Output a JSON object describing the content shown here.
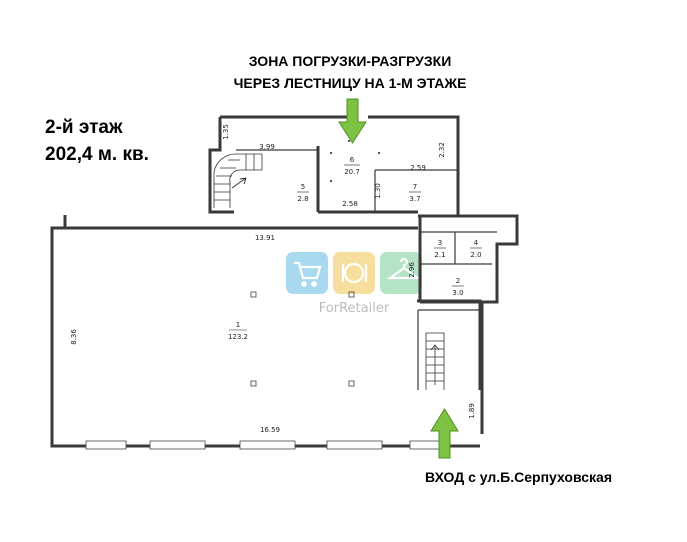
{
  "floor": {
    "label": "2-й этаж",
    "area": "202,4 м. кв."
  },
  "top_caption": [
    "ЗОНА ПОГРУЗКИ-РАЗГРУЗКИ",
    "ЧЕРЕЗ ЛЕСТНИЦУ НА 1-М ЭТАЖЕ"
  ],
  "bottom_caption": "ВХОД с ул.Б.Серпуховская",
  "watermark": "ForRetailer",
  "rooms": [
    {
      "number": "1",
      "area": "123.2"
    },
    {
      "number": "2",
      "area": "3.0"
    },
    {
      "number": "3",
      "area": "2.1"
    },
    {
      "number": "4",
      "area": "2.0"
    },
    {
      "number": "5",
      "area": "2.8"
    },
    {
      "number": "6",
      "area": "20.7"
    },
    {
      "number": "7",
      "area": "3.7"
    }
  ],
  "dimensions": {
    "d1": "1.35",
    "d2": "3.99",
    "d3": "2.32",
    "d4": "2.59",
    "d5": "1.30",
    "d6": "2.58",
    "d7": "13.91",
    "d8": "2.96",
    "d9": "8.36",
    "d10": "16.59",
    "d11": "1.89"
  },
  "colors": {
    "arrow": "#7dc242",
    "arrow_stroke": "#4f8f24",
    "wall": "#3a3a3a",
    "wm_cart": "#a9d9ee",
    "wm_food": "#f6de9e",
    "wm_hanger": "#b4e3c6"
  }
}
